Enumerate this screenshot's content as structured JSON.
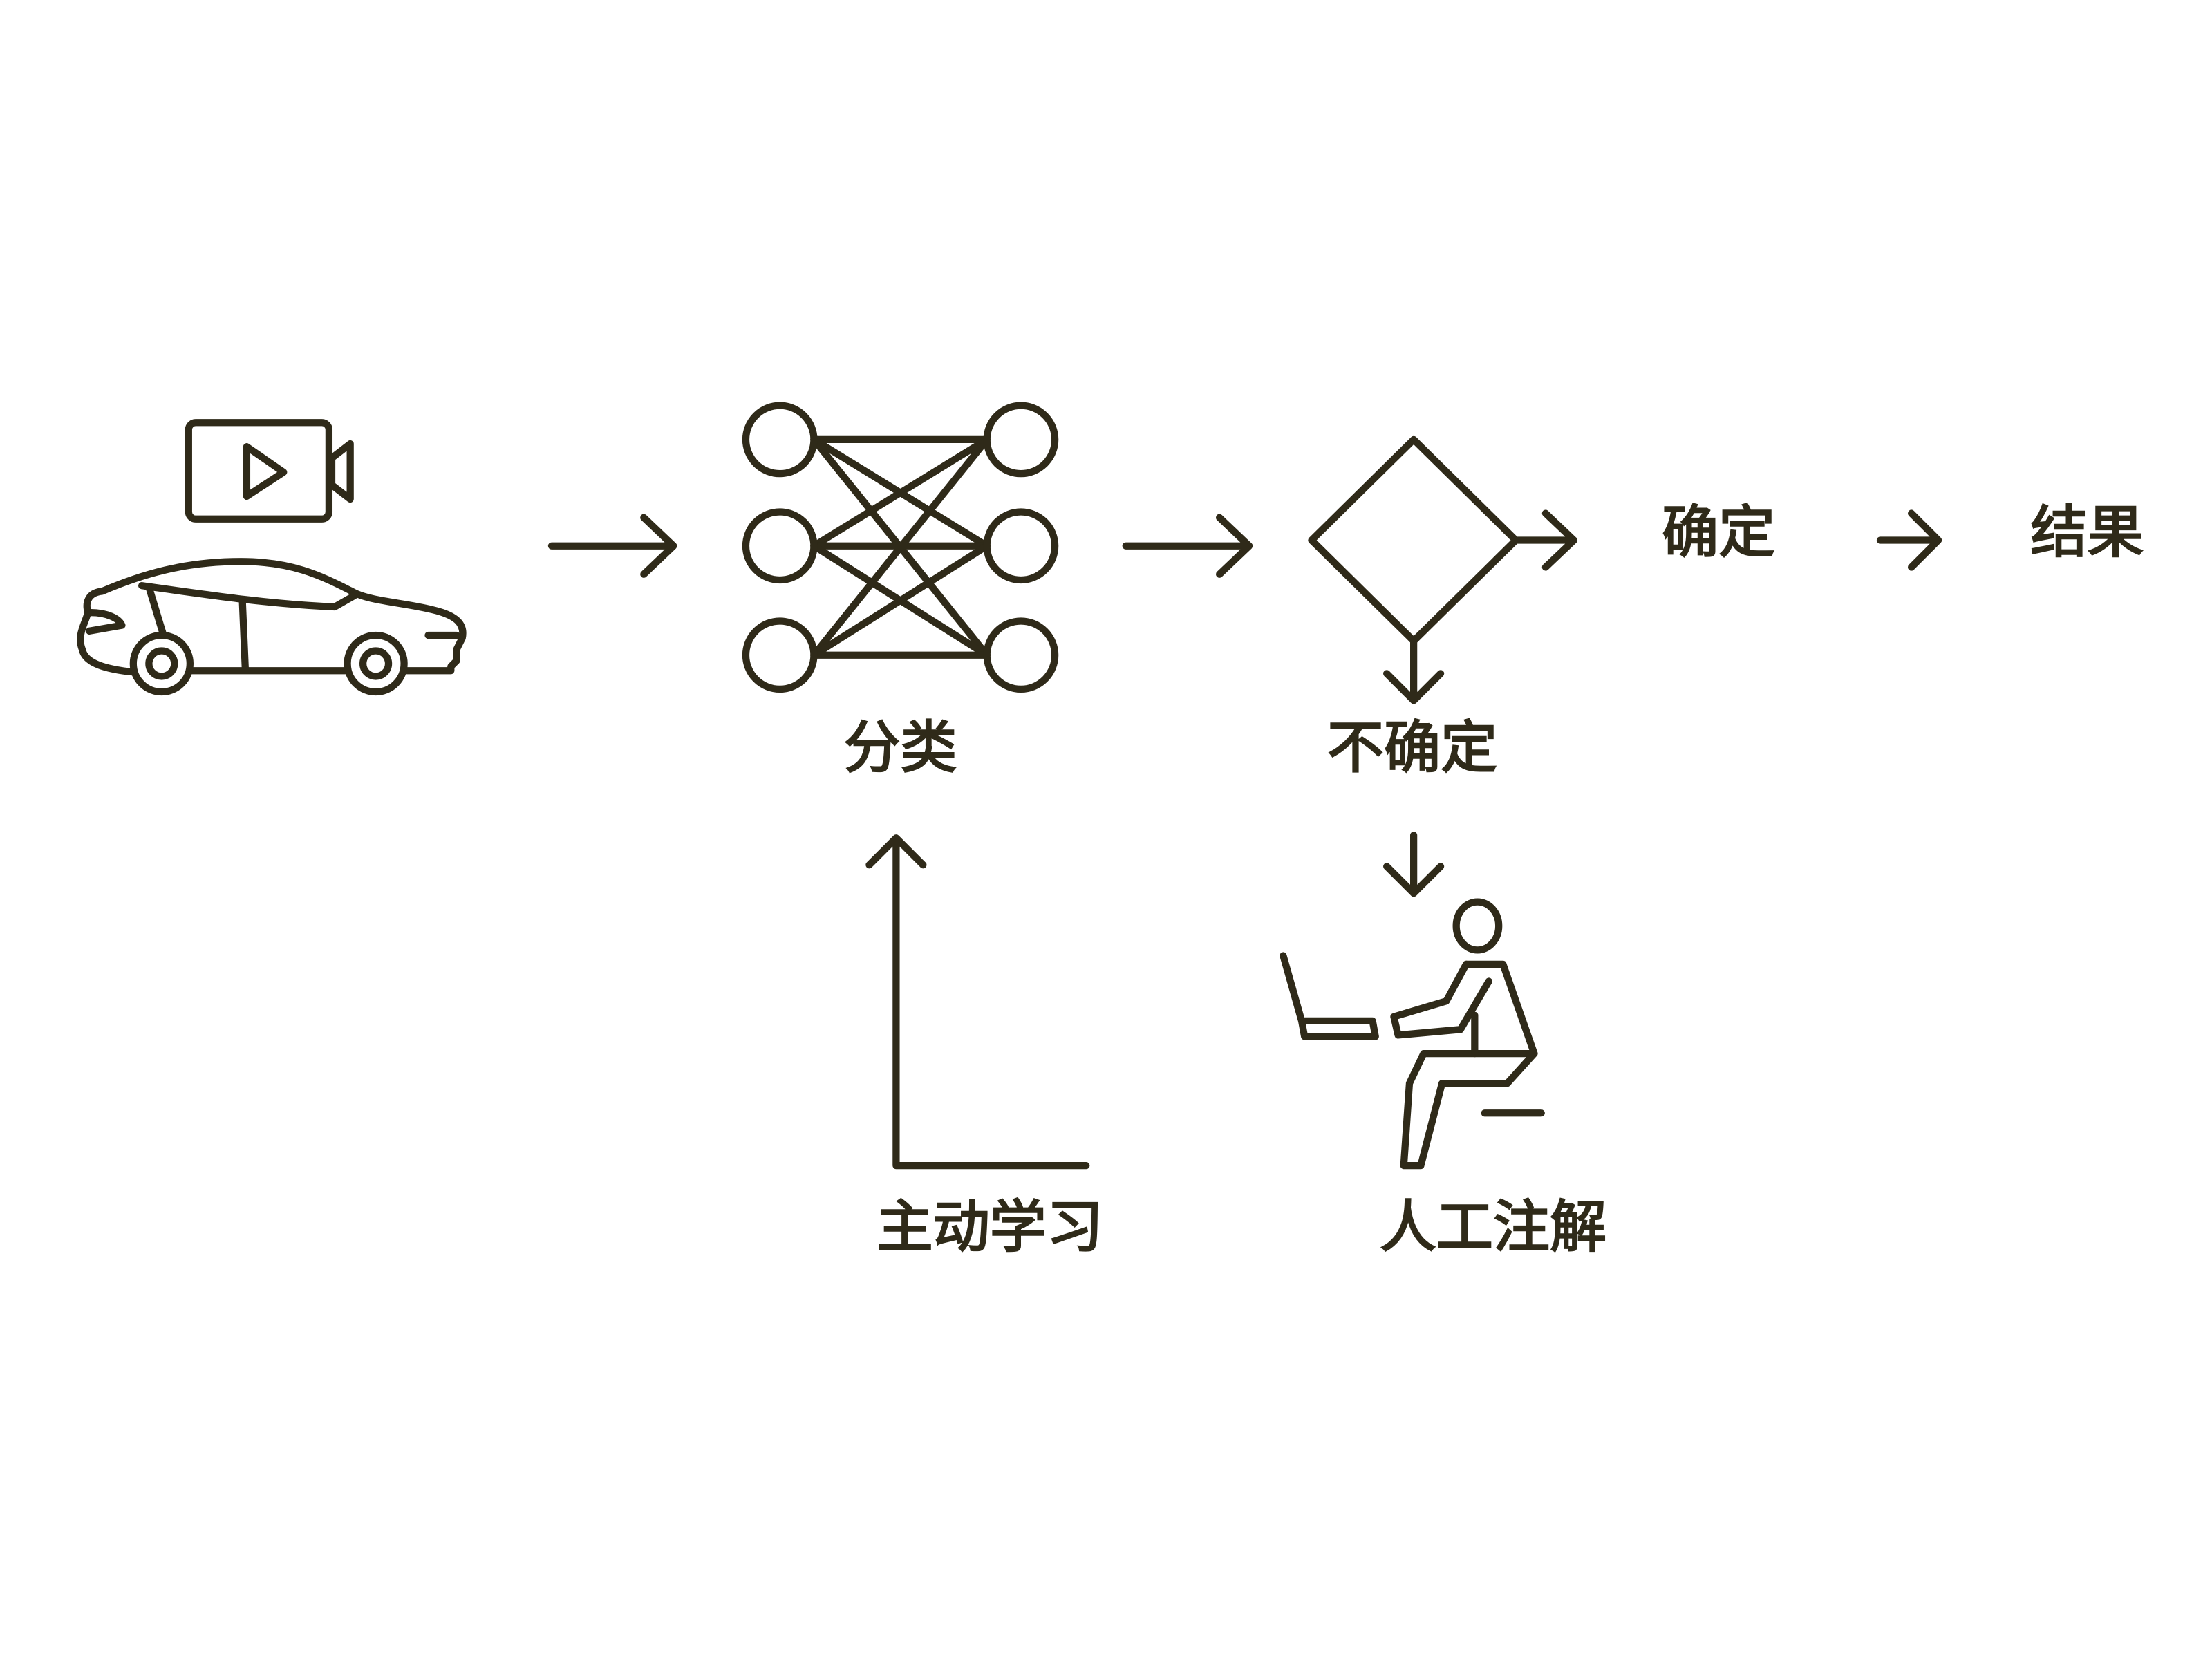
{
  "colors": {
    "ink": "#2f2a19",
    "background": "#ffffff"
  },
  "icons": [
    "video-camera-icon",
    "car-icon",
    "neural-network-icon",
    "decision-diamond-icon",
    "person-at-laptop-icon"
  ],
  "labels": {
    "classify": "分类",
    "uncertain": "不确定",
    "certain": "确定",
    "result": "结果",
    "active_learning": "主动学习",
    "human_annotation": "人工注解"
  }
}
